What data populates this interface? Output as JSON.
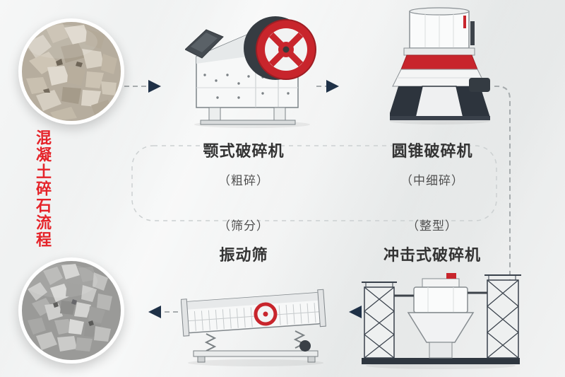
{
  "title": {
    "text": "混凝土碎石流程"
  },
  "stages": {
    "jaw": {
      "name": "颚式破碎机",
      "sub": "（粗碎）"
    },
    "cone": {
      "name": "圆锥破碎机",
      "sub": "（中细碎）"
    },
    "screen": {
      "name": "振动筛",
      "sub": "（筛分）"
    },
    "impact": {
      "name": "冲击式破碎机",
      "sub": "（整型）"
    }
  },
  "icons": {
    "input_photo": "concrete-rubble-photo",
    "output_photo": "crushed-gravel-photo",
    "machine_1": "jaw-crusher-illustration",
    "machine_2": "cone-crusher-illustration",
    "machine_3": "vibrating-screen-illustration",
    "machine_4": "impact-crusher-illustration"
  },
  "colors": {
    "accent_red": "#e52329",
    "machine_red": "#c8252c",
    "arrow_head": "#1f3147",
    "dash_line": "#a7acae",
    "label_dark": "#333333",
    "label_sub": "#4f4f4f",
    "background": "#f0f1f1"
  }
}
